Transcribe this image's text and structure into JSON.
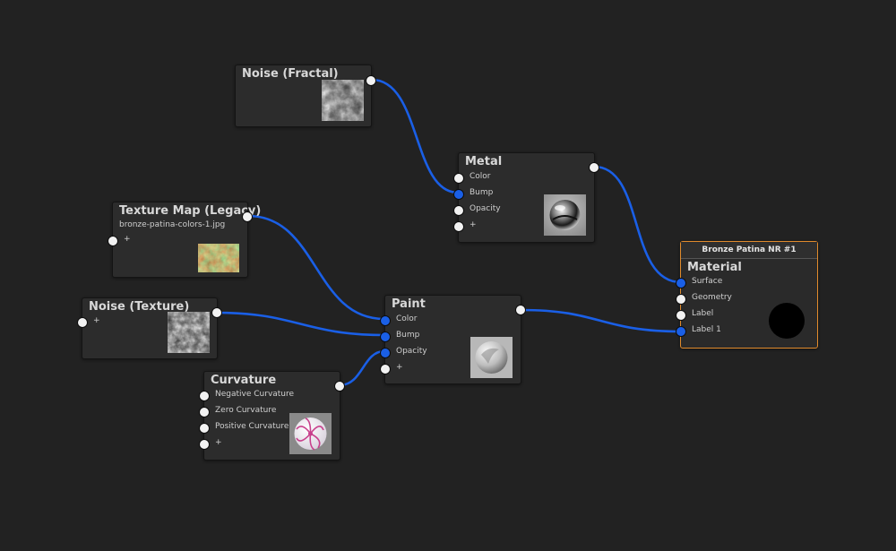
{
  "nodes": {
    "noise_fractal": {
      "title": "Noise (Fractal)"
    },
    "metal": {
      "title": "Metal",
      "inputs": [
        "Color",
        "Bump",
        "Opacity",
        "+"
      ]
    },
    "texture_map": {
      "title": "Texture Map (Legacy)",
      "filename": "bronze-patina-colors-1.jpg",
      "inputs": [
        "+"
      ]
    },
    "noise_texture": {
      "title": "Noise (Texture)",
      "inputs": [
        "+"
      ]
    },
    "paint": {
      "title": "Paint",
      "inputs": [
        "Color",
        "Bump",
        "Opacity",
        "+"
      ]
    },
    "curvature": {
      "title": "Curvature",
      "inputs": [
        "Negative Curvature",
        "Zero Curvature",
        "Positive Curvature",
        "+"
      ]
    },
    "material": {
      "header": "Bronze Patina NR #1",
      "title": "Material",
      "inputs": [
        "Surface",
        "Geometry",
        "Label",
        "Label 1"
      ]
    }
  },
  "colors": {
    "wire": "#1a5fe6",
    "port_connected": "#1a5fe6",
    "port_idle": "#f2f2f2",
    "material_border": "#e08a2c",
    "background": "#222222"
  }
}
